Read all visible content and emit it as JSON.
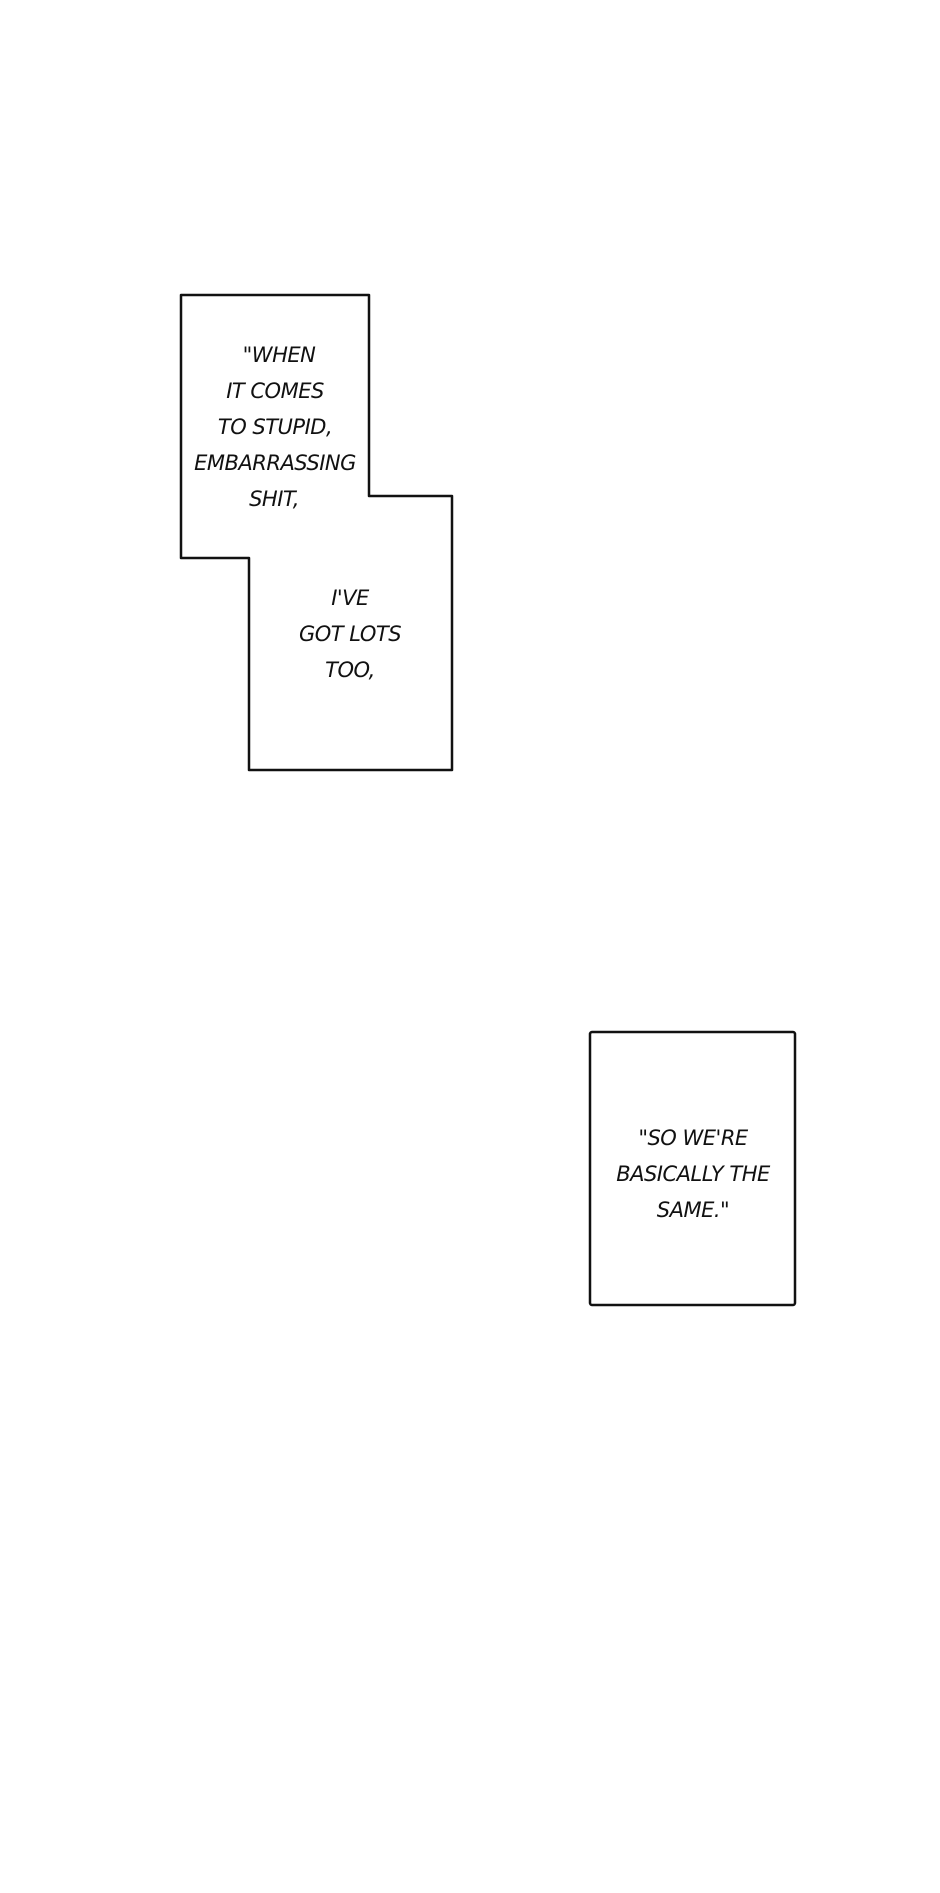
{
  "panels": [
    {
      "lines_top": [
        "\"WHEN",
        "IT COMES",
        "TO STUPID,",
        "EMBARRASSING",
        "SHIT,"
      ],
      "lines_bottom": [
        "I'VE",
        "GOT LOTS",
        "TOO,"
      ]
    },
    {
      "lines": [
        "\"SO WE'RE",
        "BASICALLY THE",
        "SAME.\""
      ]
    }
  ],
  "colors": {
    "border": "#111111",
    "background": "#ffffff"
  }
}
